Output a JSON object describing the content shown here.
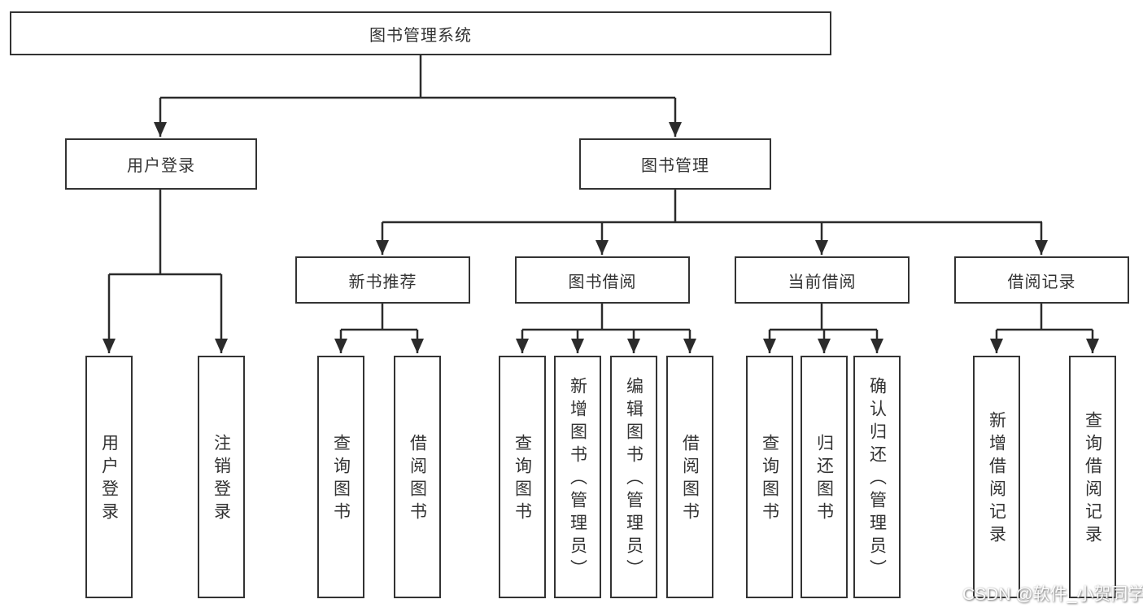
{
  "colors": {
    "line": "#2b2b2b",
    "box_border": "#333333",
    "text": "#333333",
    "background": "#ffffff",
    "watermark_text": "#ffffff"
  },
  "tree": {
    "root": {
      "label": "图书管理系统"
    },
    "branches": [
      {
        "label": "用户登录",
        "children": [
          {
            "label": "用户登录"
          },
          {
            "label": "注销登录"
          }
        ]
      },
      {
        "label": "图书管理",
        "children": [
          {
            "label": "新书推荐",
            "children": [
              {
                "label": "查询图书"
              },
              {
                "label": "借阅图书"
              }
            ]
          },
          {
            "label": "图书借阅",
            "children": [
              {
                "label": "查询图书"
              },
              {
                "label": "新增图书（管理员）"
              },
              {
                "label": "编辑图书（管理员）"
              },
              {
                "label": "借阅图书"
              }
            ]
          },
          {
            "label": "当前借阅",
            "children": [
              {
                "label": "查询图书"
              },
              {
                "label": "归还图书"
              },
              {
                "label": "确认归还（管理员）"
              }
            ]
          },
          {
            "label": "借阅记录",
            "children": [
              {
                "label": "新增借阅记录"
              },
              {
                "label": "查询借阅记录"
              }
            ]
          }
        ]
      }
    ]
  },
  "watermark": {
    "text": "CSDN @软件_小贺同学"
  }
}
